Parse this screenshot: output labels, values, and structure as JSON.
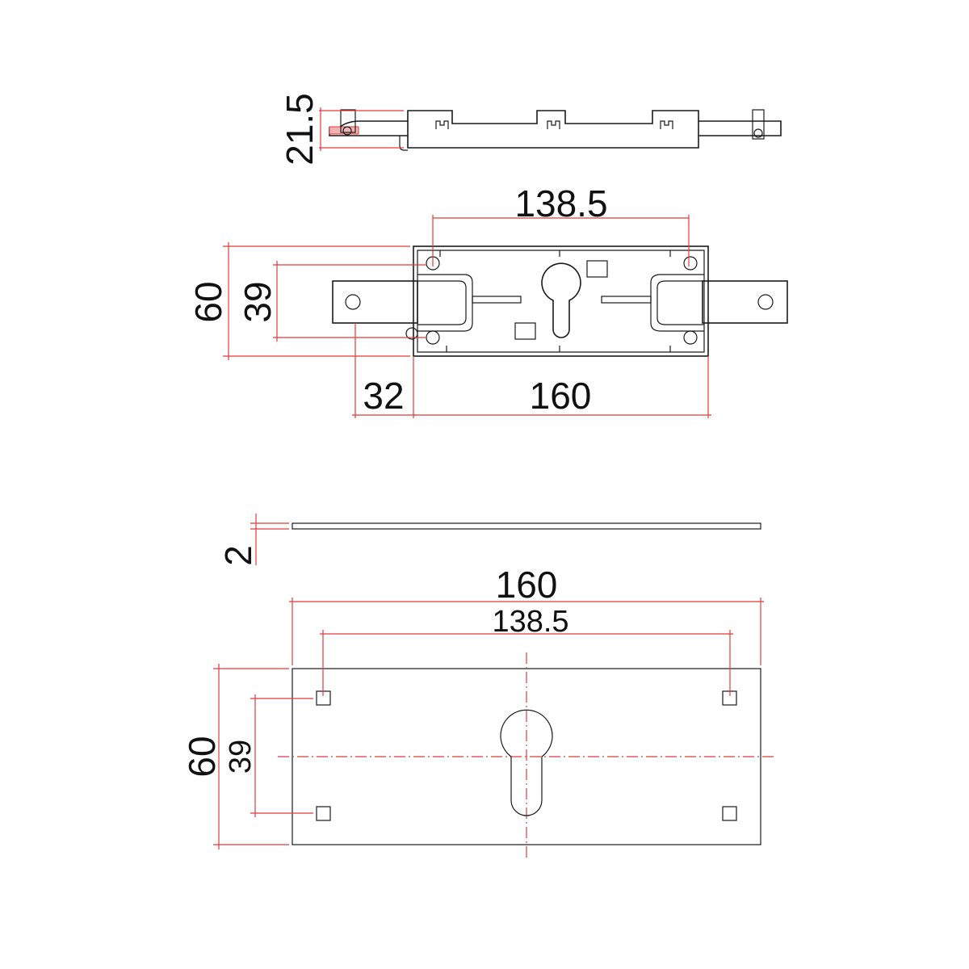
{
  "colors": {
    "outline": "#1a1a1a",
    "dimension": "#e23b3b",
    "text": "#111111",
    "background": "#ffffff"
  },
  "side_view": {
    "height_label": "21.5"
  },
  "lock_top_view": {
    "hole_spacing_label": "138.5",
    "overall_height_label": "60",
    "bolt_height_label": "39",
    "bolt_extension_label": "32",
    "body_length_label": "160"
  },
  "plate_side_view": {
    "thickness_label": "2"
  },
  "plate_front_view": {
    "length_label": "160",
    "hole_spacing_label": "138.5",
    "overall_height_label": "60",
    "hole_height_label": "39"
  }
}
